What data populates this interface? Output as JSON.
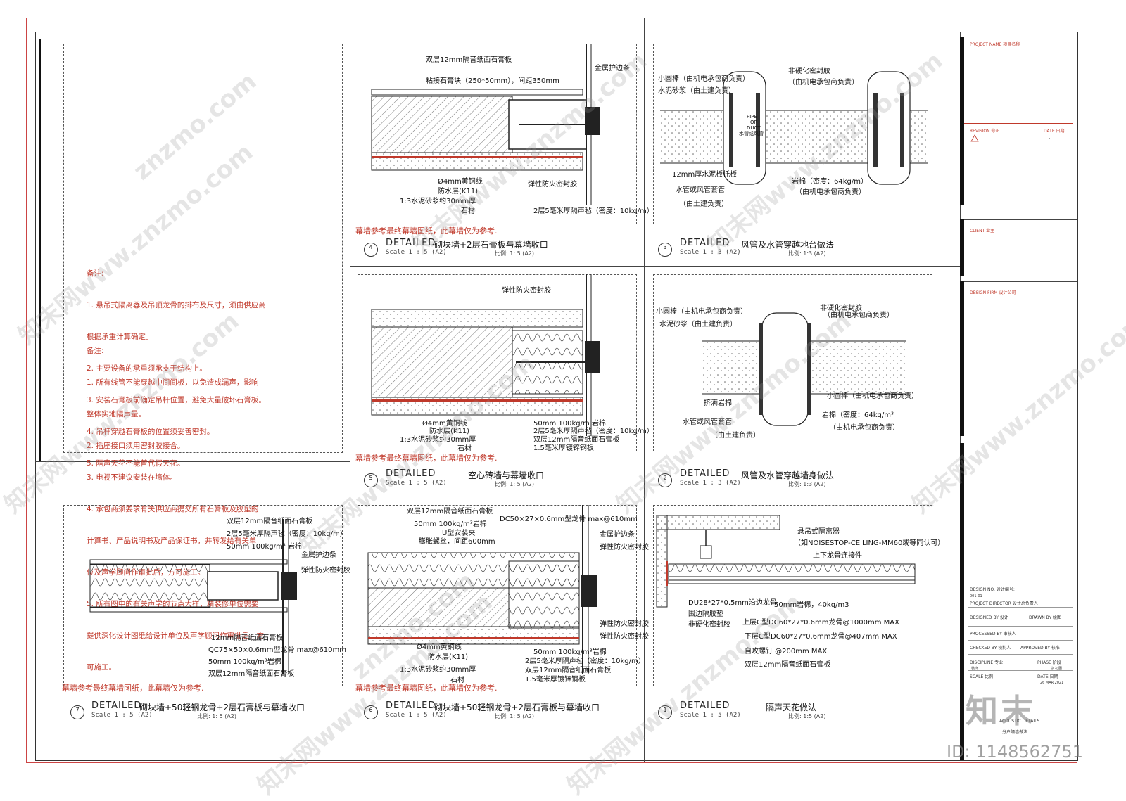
{
  "notes": {
    "block1_title": "备注:",
    "block1_lines": [
      "1. 悬吊式隔离器及吊顶龙骨的排布及尺寸，须由供应商",
      "根据承重计算确定。",
      "2. 主要设备的承重须承支于结构上。",
      "3. 安装石膏板前确定吊杆位置，避免大量破坏石膏板。",
      "4. 吊杆穿越石膏板的位置须妥善密封。",
      "5. 隔声天花不能替代假天花。"
    ],
    "block2_title": "备注:",
    "block2_lines": [
      "1. 所有线管不能穿越中间间板，以免造成漏声，影响",
      "整体实地隔声量。",
      "2. 插座接口须用密封胶接合。",
      "3. 电视不建议安装在墙体。",
      "4. 承包商须要求有关供应商提交所有石膏板及胶垫的",
      "计算书、产品说明书及产品保证书，并转发给有关单",
      "位及声学顾问作审批后，方可施工。",
      "5. 所有图中的有关声学的节点大样，精装修单位需要",
      "提供深化设计图纸给设计单位及声学顾问作审批后，方",
      "可施工。"
    ]
  },
  "curtain_note": "幕墙参考最终幕墙图纸，此幕墙仅为参考.",
  "detail4": {
    "labels": [
      "双层12mm隔音纸面石膏板",
      "粘接石膏块（250*50mm），间距350mm",
      "金属护边条",
      "Ø4mm黄铜线",
      "防水层(K11)",
      "1:3水泥砂浆约30mm厚",
      "石材",
      "弹性防火密封胶",
      "2层5毫米厚隔声毡（密度：10kg/m）"
    ],
    "num": "4",
    "det": "DETAILED",
    "name": "砌块墙+2层石膏板与幕墙收口",
    "scale": "Scale 1 : 5 (A2)",
    "ratio": "比例: 1: 5 (A2)"
  },
  "detail3": {
    "labels": [
      "小圆棒（由机电承包商负责）",
      "水泥砂浆（由土建负责）",
      "非硬化密封胶",
      "（由机电承包商负责）",
      "12mm厚水泥板托板",
      "水管或风管套管",
      "（由土建负责）",
      "岩棉（密度：64kg/m）",
      "（由机电承包商负责）",
      "PIPE",
      "OR",
      "DUCT",
      "水管或风管"
    ],
    "num": "3",
    "det": "DETAILED",
    "name": "风管及水管穿越地台做法",
    "scale": "Scale 1 : 3 (A2)",
    "ratio": "比例: 1:3 (A2)"
  },
  "detail5": {
    "labels": [
      "弹性防火密封胶",
      "Ø4mm黄铜线",
      "防水层(K11)",
      "1:3水泥砂浆约30mm厚",
      "石材",
      "50mm 100kg/m 岩棉",
      "2层5毫米厚隔声毡（密度：10kg/m）",
      "双层12mm隔音纸面石膏板",
      "1.5毫米厚镀锌钢板"
    ],
    "num": "5",
    "det": "DETAILED",
    "name": "空心砖墙与幕墙收口",
    "scale": "Scale 1 : 5 (A2)",
    "ratio": "比例: 1: 5 (A2)"
  },
  "detail2": {
    "labels": [
      "小圆棒（由机电承包商负责）",
      "水泥砂浆（由土建负责）",
      "非硬化密封胶",
      "（由机电承包商负责）",
      "挤满岩棉",
      "小圆棒（由机电承包商负责）",
      "水管或风管套管",
      "岩棉（密度：64kg/m³",
      "（由机电承包商负责）",
      "（由土建负责）"
    ],
    "num": "2",
    "det": "DETAILED",
    "name": "风管及水管穿越墙身做法",
    "scale": "Scale 1 : 3 (A2)",
    "ratio": "比例: 1:3 (A2)"
  },
  "detail7": {
    "labels": [
      "双层12mm隔音纸面石膏板",
      "2层5毫米厚隔声毡（密度：10kg/m）",
      "50mm 100kg/m³ 岩棉",
      "金属护边条",
      "弹性防火密封胶",
      "12mm隔音纸面石膏板",
      "QC75×50×0.6mm型龙骨 max@610mm",
      "50mm 100kg/m³岩棉",
      "双层12mm隔音纸面石膏板"
    ],
    "num": "7",
    "det": "DETAILED",
    "name": "砌块墙+50轻钢龙骨+2层石膏板与幕墙收口",
    "scale": "Scale 1 : 5 (A2)",
    "ratio": "比例: 1: 5 (A2)"
  },
  "detail6": {
    "labels": [
      "双层12mm隔音纸面石膏板",
      "50mm 100kg/m³岩棉",
      "U型安装夹",
      "膨胀螺丝，间距600mm",
      "DC50×27×0.6mm型龙骨 max@610mm",
      "金属护边条",
      "弹性防火密封胶",
      "弹性防火密封胶",
      "弹性防火密封胶",
      "Ø4mm黄铜线",
      "防水层(K11)",
      "1:3水泥砂浆约30mm厚",
      "石材",
      "50mm 100kg/m³岩棉",
      "2层5毫米厚隔声毡（密度：10kg/m）",
      "双层12mm隔音纸面石膏板",
      "1.5毫米厚镀锌钢板"
    ],
    "num": "6",
    "det": "DETAILED",
    "name": "砌块墙+50轻钢龙骨+2层石膏板与幕墙收口",
    "scale": "Scale 1 : 5 (A2)",
    "ratio": "比例: 1: 5 (A2)"
  },
  "detail1": {
    "labels": [
      "悬吊式隔离器",
      "（如NOISESTOP-CEILING-MM60或等同认可）",
      "上下龙骨连接件",
      "DU28*27*0.5mm沿边龙骨",
      "50mm岩棉，40kg/m3",
      "围边隔胶垫",
      "非硬化密封胶",
      "上层C型DC60*27*0.6mm龙骨@1000mm MAX",
      "下层C型DC60*27*0.6mm龙骨@407mm MAX",
      "自攻螺钉 @200mm MAX",
      "双层12mm隔音纸面石膏板"
    ],
    "num": "1",
    "det": "DETAILED",
    "name": "隔声天花做法",
    "scale": "Scale 1 : 5 (A2)",
    "ratio": "比例: 1:5 (A2)"
  },
  "titleblock": {
    "project_name": "PROJECT NAME 项目名称",
    "revision": "REVISION 修正",
    "date": "DATE 日期",
    "dash": "-",
    "client": "CLIENT 业主",
    "design_firm": "DESIGN FIRM 设计公司",
    "design_no": "DESIGN NO. 设计编号:",
    "design_no_val": "001-01",
    "project_director": "PROJECT DIRECTOR 设计总负责人",
    "designed_by": "DESIGNED BY 设计",
    "drawn_by": "DRAWN BY 绘图",
    "processed_by": "PROCESSED BY 审核人",
    "checked_by": "CHECKED BY 校對人",
    "approved_by": "APPROVED BY 核准",
    "discipline": "DISCIPLINE 专业",
    "phase": "PHASE 阶段",
    "discipline_val": "装饰",
    "phase_val": "扩初图",
    "scale": "SCALE 比例",
    "date2": "DATE 日期",
    "date_val": "26 MAR.2021",
    "drawing_title": "ACOUSTIC DETAILS",
    "drawing_title_cn": "分户隔墙做法"
  },
  "brand": {
    "logo": "知末",
    "id": "ID: 1148562751",
    "wm1": "znzmo.com",
    "wm2": "知末网www.znzmo.com"
  },
  "colors": {
    "accent_red": "#c0392b",
    "line": "#222222",
    "hatch": "#888888"
  }
}
